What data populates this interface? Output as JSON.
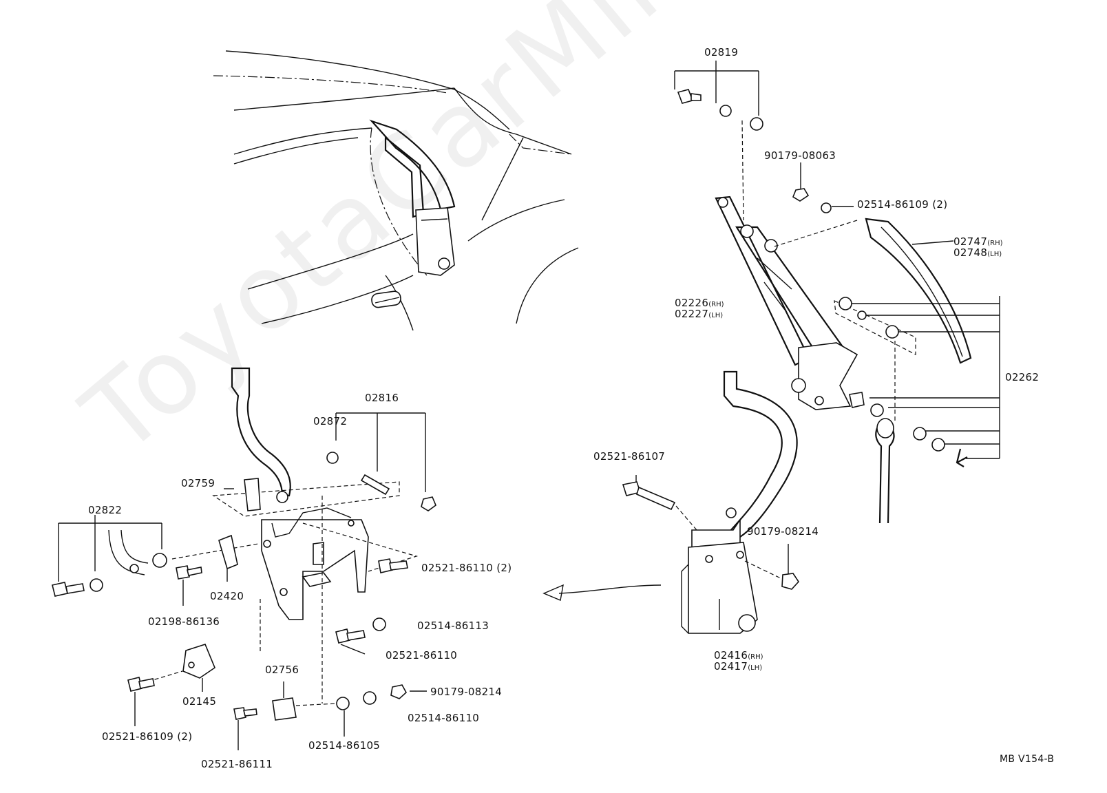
{
  "watermark": "ToyotaCarMine.ru",
  "figure_code": "MB V154-B",
  "labels": {
    "p02819": "02819",
    "p90179_08063": "90179-08063",
    "p02514_86109_2": "02514-86109 (2)",
    "p02747": "02747",
    "p02748": "02748",
    "p02226": "02226",
    "p02227": "02227",
    "p02262": "02262",
    "p02816": "02816",
    "p02872": "02872",
    "p02759": "02759",
    "p02822": "02822",
    "p02420": "02420",
    "p02198_86136": "02198-86136",
    "p02521_86110_2": "02521-86110 (2)",
    "p02514_86113": "02514-86113",
    "p02521_86110": "02521-86110",
    "p02145": "02145",
    "p02756": "02756",
    "p90179_08214_a": "90179-08214",
    "p02514_86110": "02514-86110",
    "p02514_86105": "02514-86105",
    "p02521_86109_2": "02521-86109 (2)",
    "p02521_86111": "02521-86111",
    "p02521_86107": "02521-86107",
    "p90179_08214_b": "90179-08214",
    "p02416": "02416",
    "p02417": "02417",
    "rh": "(RH)",
    "lh": "(LH)"
  }
}
